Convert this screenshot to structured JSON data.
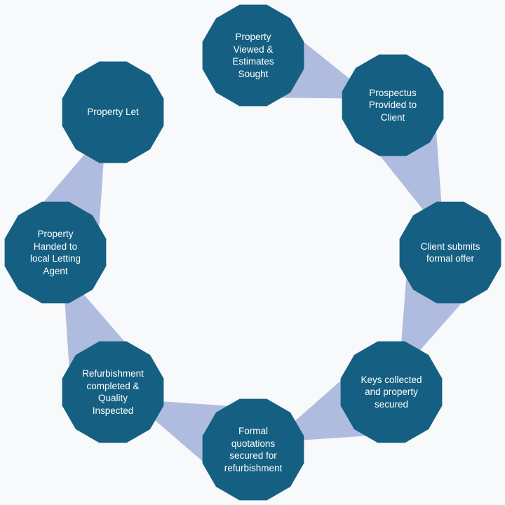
{
  "colors": {
    "background": "#f8f9fa",
    "node_fill": "#156082",
    "connector_fill": "#b0bcdf",
    "label_text": "#ffffff"
  },
  "nodes": [
    {
      "id": "viewed",
      "label": "Property\nViewed &\nEstimates\nSought"
    },
    {
      "id": "prospectus",
      "label": "Prospectus\nProvided to\nClient"
    },
    {
      "id": "offer",
      "label": "Client submits\nformal offer"
    },
    {
      "id": "keys",
      "label": "Keys collected\nand property\nsecured"
    },
    {
      "id": "quotations",
      "label": "Formal\nquotations\nsecured for\nrefurbishment"
    },
    {
      "id": "refurbishment",
      "label": "Refurbishment\ncompleted &\nQuality\nInspected"
    },
    {
      "id": "handed",
      "label": "Property\nHanded to\nlocal Letting\nAgent"
    },
    {
      "id": "let",
      "label": "Property  Let"
    }
  ]
}
